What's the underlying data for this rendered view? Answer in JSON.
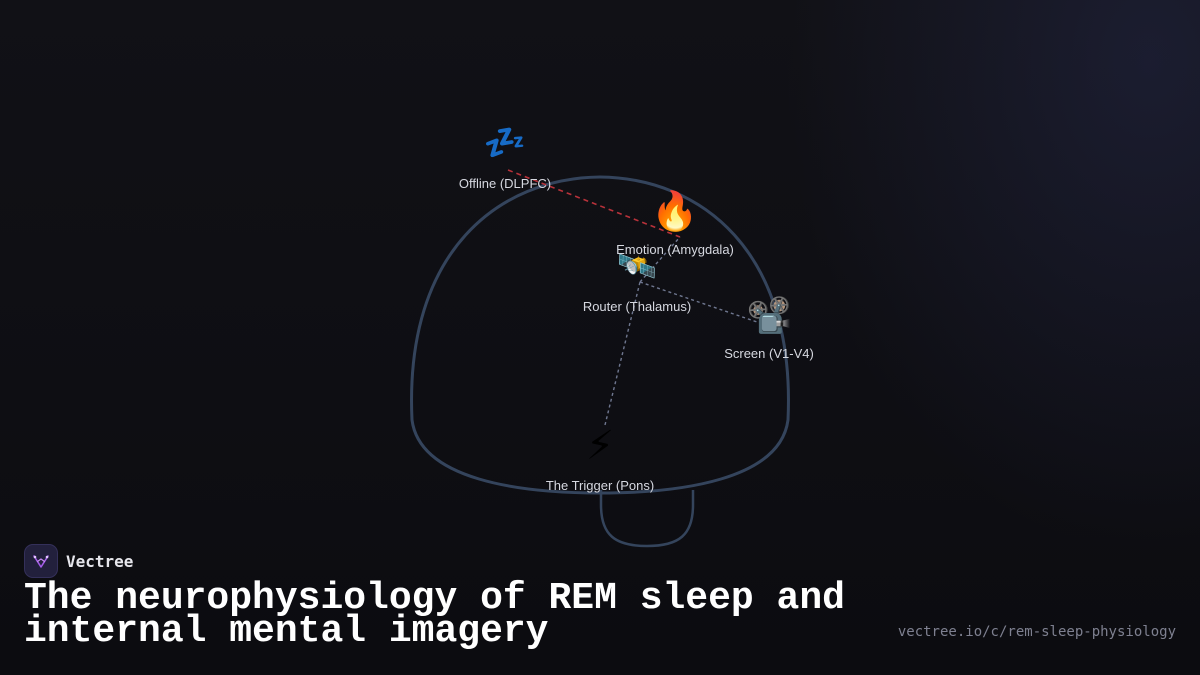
{
  "brand": {
    "name": "Vectree",
    "logo_icon": "vectree-logo-icon",
    "accent": "#a35be8"
  },
  "title": "The neurophysiology of REM sleep and internal mental imagery",
  "url": "vectree.io/c/rem-sleep-physiology",
  "diagram": {
    "outline_color": "#34445c",
    "nodes": [
      {
        "id": "offline",
        "label": "Offline (DLPFC)",
        "icon": "zzz-icon",
        "glyph": "💤"
      },
      {
        "id": "emotion",
        "label": "Emotion (Amygdala)",
        "icon": "fire-icon",
        "glyph": "🔥"
      },
      {
        "id": "router",
        "label": "Router (Thalamus)",
        "icon": "satellite-icon",
        "glyph": "🛰️"
      },
      {
        "id": "screen",
        "label": "Screen (V1-V4)",
        "icon": "movie-camera-icon",
        "glyph": "📽️"
      },
      {
        "id": "trigger",
        "label": "The Trigger (Pons)",
        "icon": "lightning-icon",
        "glyph": "⚡"
      }
    ],
    "connections": [
      {
        "from": "offline",
        "to": "emotion",
        "style": "dashed",
        "color": "#b8323a"
      },
      {
        "from": "router",
        "to": "emotion",
        "style": "dotted",
        "color": "#6f7790"
      },
      {
        "from": "router",
        "to": "screen",
        "style": "dotted",
        "color": "#6f7790"
      },
      {
        "from": "trigger",
        "to": "router",
        "style": "dotted",
        "color": "#6f7790"
      }
    ]
  }
}
